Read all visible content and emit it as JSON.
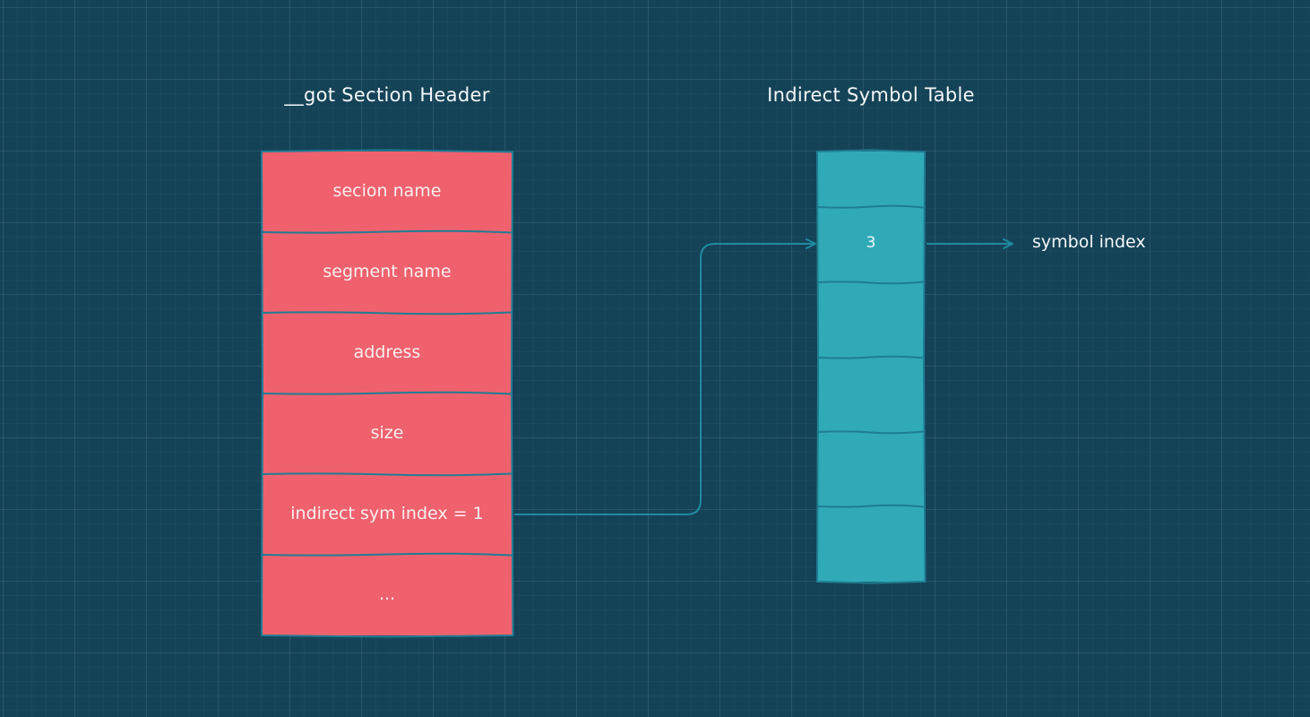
{
  "titles": {
    "section_header": "__got Section Header",
    "indirect_table": "Indirect Symbol Table"
  },
  "section_header_rows": [
    "secion name",
    "segment name",
    "address",
    "size",
    "indirect sym index = 1",
    "..."
  ],
  "indirect_table_rows": [
    "",
    "3",
    "",
    "",
    "",
    ""
  ],
  "pointer_label": "symbol index",
  "colors": {
    "background": "#144358",
    "header_fill": "#f0616e",
    "table_fill": "#31aab8",
    "stroke": "#1f7d93",
    "arrow": "#1f8aa0",
    "text": "#f4f7f8"
  }
}
